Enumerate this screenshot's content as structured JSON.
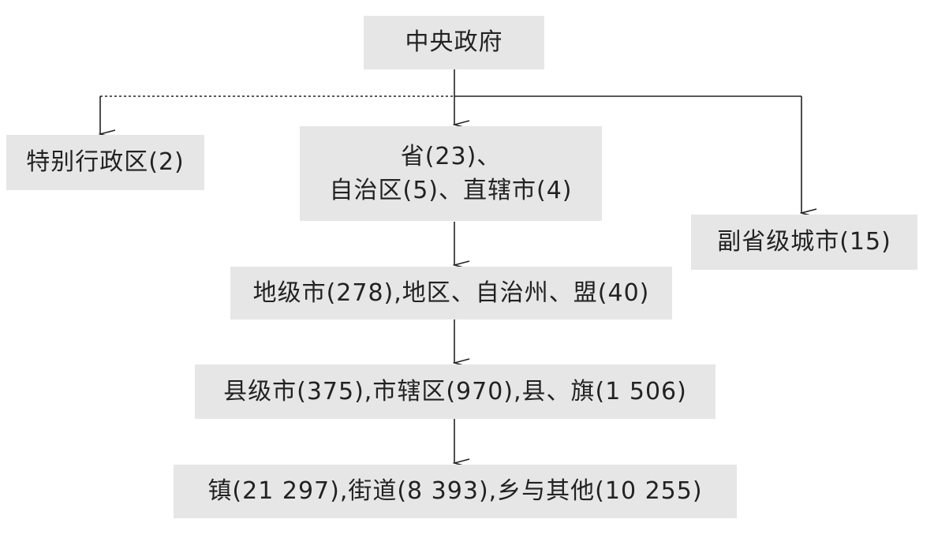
{
  "diagram": {
    "nodes": {
      "central": "中央政府",
      "sar": "特别行政区(2)",
      "province_line1": "省(23)、",
      "province_line2": "自治区(5)、直辖市(4)",
      "sub_provincial": "副省级城市(15)",
      "prefecture": "地级市(278),地区、自治州、盟(40)",
      "county": "县级市(375),市辖区(970),县、旗(1 506)",
      "township": "镇(21 297),街道(8 393),乡与其他(10 255)"
    },
    "edges": [
      {
        "from": "central",
        "to": "sar",
        "style": "dotted"
      },
      {
        "from": "central",
        "to": "province",
        "style": "solid"
      },
      {
        "from": "central",
        "to": "sub_provincial",
        "style": "solid"
      },
      {
        "from": "province",
        "to": "prefecture",
        "style": "solid"
      },
      {
        "from": "prefecture",
        "to": "county",
        "style": "solid"
      },
      {
        "from": "county",
        "to": "township",
        "style": "solid"
      }
    ],
    "colors": {
      "box_fill": "#e6e6e6",
      "line": "#222222"
    }
  }
}
